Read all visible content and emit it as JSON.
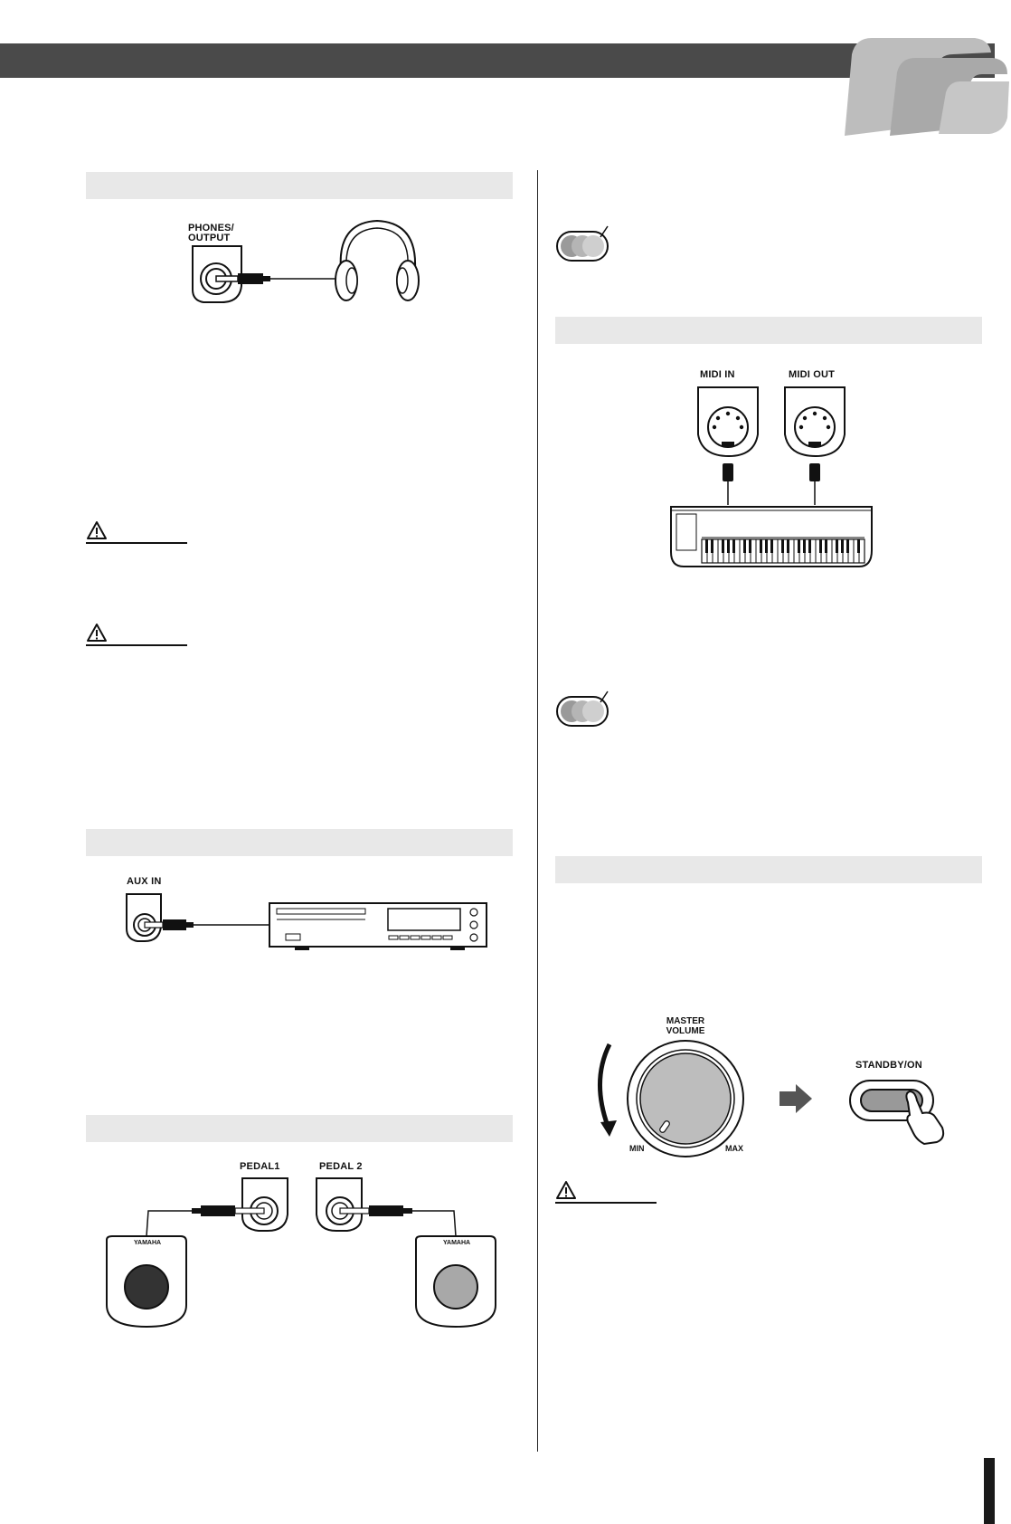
{
  "labels": {
    "phones_output_line1": "PHONES/",
    "phones_output_line2": "OUTPUT",
    "aux_in": "AUX IN",
    "pedal1": "PEDAL1",
    "pedal2": "PEDAL 2",
    "midi_in": "MIDI IN",
    "midi_out": "MIDI OUT",
    "master_volume_line1": "MASTER",
    "master_volume_line2": "VOLUME",
    "volume_min": "MIN",
    "volume_max": "MAX",
    "standby_on": "STANDBY/ON",
    "pedal_brand_left": "YAMAHA",
    "pedal_brand_right": "YAMAHA"
  },
  "icons": {
    "warning": "warning-triangle-icon",
    "note": "note-icon",
    "arrow": "arrow-right-icon"
  },
  "colors": {
    "top_bar": "#4a4a4a",
    "section_bar": "#e8e8e8",
    "corner_logo": "#b8b8b8"
  }
}
